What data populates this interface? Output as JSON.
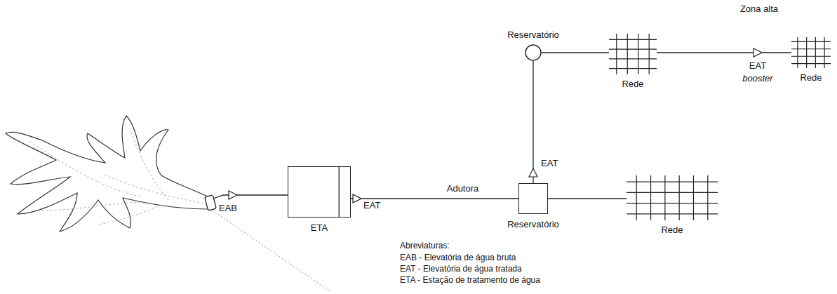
{
  "diagram": {
    "nodes": [
      {
        "text": [
          "ETA"
        ]
      },
      {
        "text": [
          "Reservatório"
        ]
      },
      {
        "text": [
          "Reservatório"
        ]
      },
      {
        "text": [
          "Rede"
        ]
      },
      {
        "text": [
          "Rede"
        ]
      },
      {
        "text": [
          "Rede"
        ]
      }
    ],
    "edges": [
      {
        "from": 0,
        "to": 1,
        "arrow": "none",
        "label": "Adutora"
      },
      {
        "from": 1,
        "to": 2,
        "arrow": "none"
      },
      {
        "from": 1,
        "to": 5,
        "arrow": "none"
      },
      {
        "from": 2,
        "to": 3,
        "arrow": "none"
      },
      {
        "from": 3,
        "to": 4,
        "arrow": "none"
      }
    ],
    "labels": [
      "Zona alta",
      "EAT",
      "booster",
      "EAT",
      "EAB",
      "EAT",
      "Abreviaturas:",
      "EAB - Elevatória de água bruta",
      "EAT - Elevatória de água tratada",
      "ETA - Estação de tratamento de água"
    ]
  }
}
